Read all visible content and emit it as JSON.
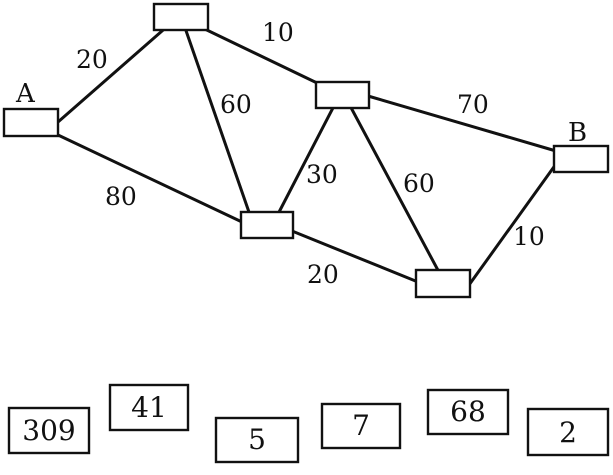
{
  "graph": {
    "nodes": [
      {
        "id": "A",
        "label": "A"
      },
      {
        "id": "top",
        "label": ""
      },
      {
        "id": "mid-top",
        "label": ""
      },
      {
        "id": "center",
        "label": ""
      },
      {
        "id": "bottom-right",
        "label": ""
      },
      {
        "id": "B",
        "label": "B"
      }
    ],
    "edges": [
      {
        "from": "A",
        "to": "top",
        "weight": "20"
      },
      {
        "from": "top",
        "to": "mid-top",
        "weight": "10"
      },
      {
        "from": "top",
        "to": "center",
        "weight": "60"
      },
      {
        "from": "mid-top",
        "to": "B",
        "weight": "70"
      },
      {
        "from": "A",
        "to": "center",
        "weight": "80"
      },
      {
        "from": "center",
        "to": "mid-top",
        "weight": "30"
      },
      {
        "from": "mid-top",
        "to": "bottom-right",
        "weight": "60"
      },
      {
        "from": "center",
        "to": "bottom-right",
        "weight": "20"
      },
      {
        "from": "bottom-right",
        "to": "B",
        "weight": "10"
      }
    ]
  },
  "cards": [
    "309",
    "41",
    "5",
    "7",
    "68",
    "2"
  ]
}
